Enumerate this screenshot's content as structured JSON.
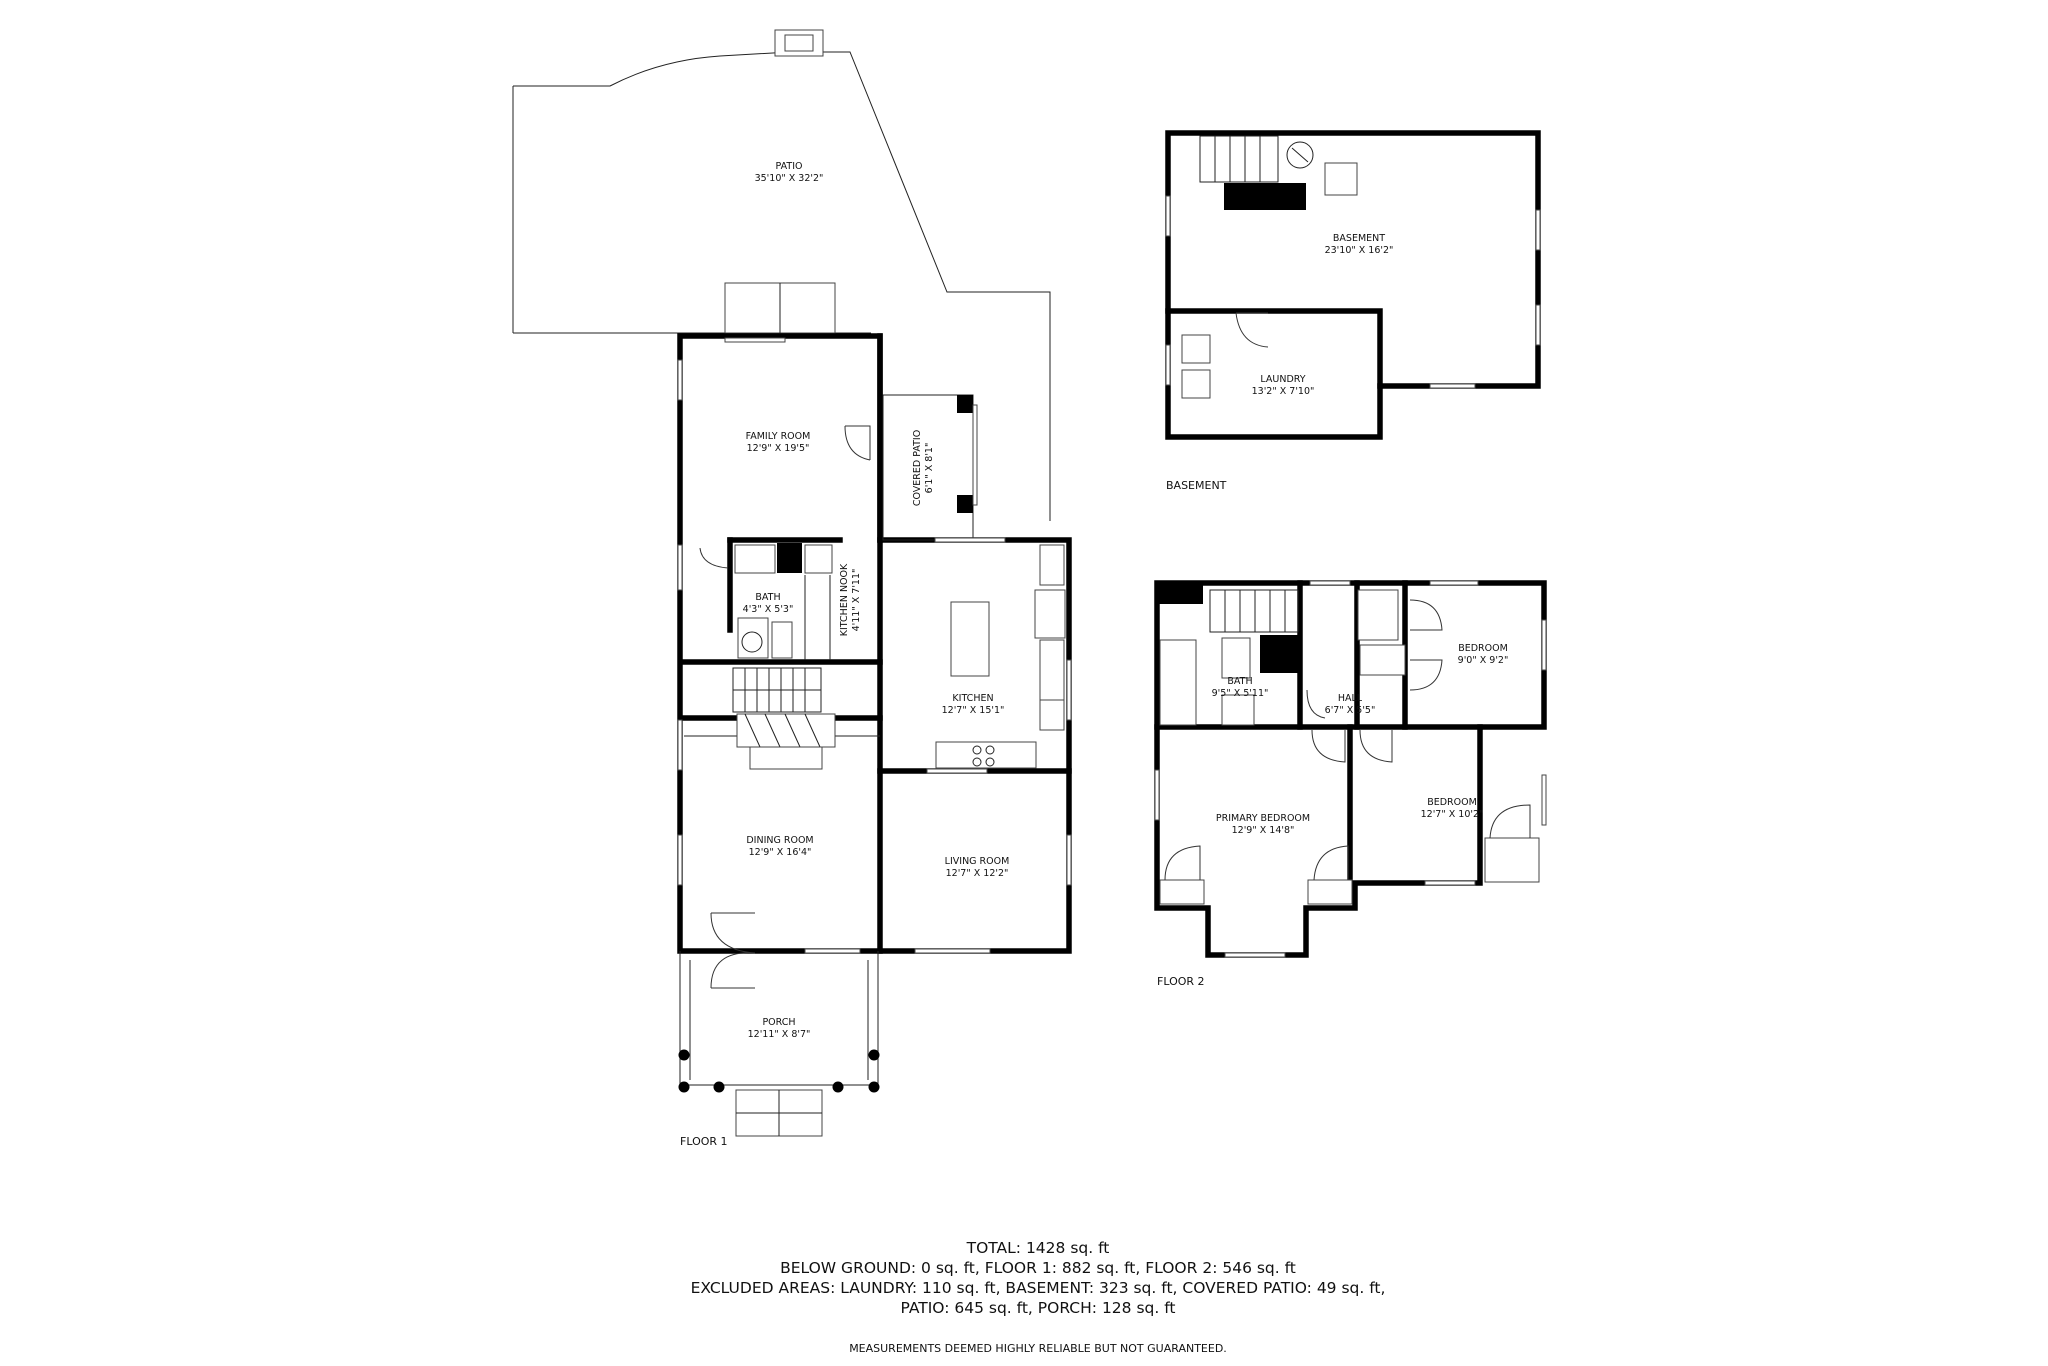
{
  "floors": {
    "floor1": "FLOOR 1",
    "floor2": "FLOOR 2",
    "basement": "BASEMENT"
  },
  "rooms": {
    "patio": {
      "name": "PATIO",
      "dim": "35'10\" X 32'2\""
    },
    "family_room": {
      "name": "FAMILY ROOM",
      "dim": "12'9\" X 19'5\""
    },
    "covered_patio": {
      "name": "COVERED PATIO",
      "dim": "6'1\" X 8'1\""
    },
    "bath1": {
      "name": "BATH",
      "dim": "4'3\" X 5'3\""
    },
    "kitchen_nook": {
      "name": "KITCHEN NOOK",
      "dim": "4'11\" X 7'11\""
    },
    "kitchen": {
      "name": "KITCHEN",
      "dim": "12'7\" X 15'1\""
    },
    "dining_room": {
      "name": "DINING ROOM",
      "dim": "12'9\" X 16'4\""
    },
    "living_room": {
      "name": "LIVING ROOM",
      "dim": "12'7\" X 12'2\""
    },
    "porch": {
      "name": "PORCH",
      "dim": "12'11\" X 8'7\""
    },
    "basement_room": {
      "name": "BASEMENT",
      "dim": "23'10\" X 16'2\""
    },
    "laundry": {
      "name": "LAUNDRY",
      "dim": "13'2\" X 7'10\""
    },
    "bath2": {
      "name": "BATH",
      "dim": "9'5\" X 5'11\""
    },
    "hall": {
      "name": "HALL",
      "dim": "6'7\" X 5'5\""
    },
    "bedroom_a": {
      "name": "BEDROOM",
      "dim": "9'0\" X 9'2\""
    },
    "primary_bedroom": {
      "name": "PRIMARY BEDROOM",
      "dim": "12'9\" X 14'8\""
    },
    "bedroom_b": {
      "name": "BEDROOM",
      "dim": "12'7\" X 10'2\""
    }
  },
  "summary": {
    "line1": "TOTAL: 1428 sq. ft",
    "line2": "BELOW GROUND: 0 sq. ft, FLOOR 1: 882 sq. ft, FLOOR 2: 546 sq. ft",
    "line3": "EXCLUDED AREAS: LAUNDRY: 110 sq. ft, BASEMENT: 323 sq. ft, COVERED PATIO: 49 sq. ft,",
    "line4": "PATIO: 645 sq. ft, PORCH: 128 sq. ft"
  },
  "disclaimer": "MEASUREMENTS DEEMED HIGHLY RELIABLE BUT NOT GUARANTEED."
}
